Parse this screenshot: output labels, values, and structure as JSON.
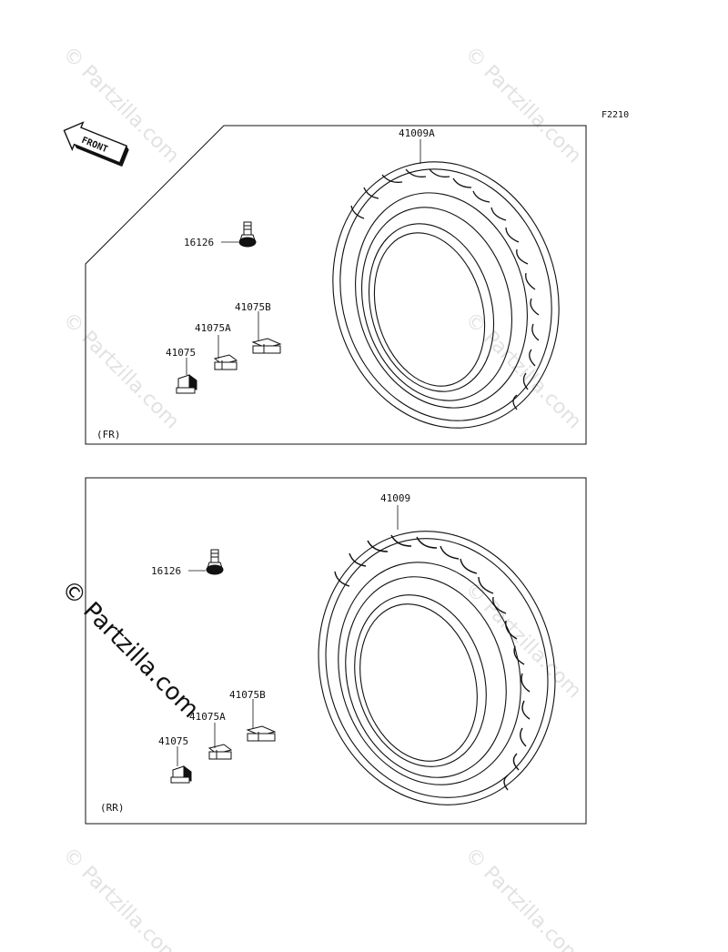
{
  "diagram_code": "F2210",
  "front_arrow_label": "FRONT",
  "watermark": "© Partzilla.com",
  "front_panel": {
    "tag": "(FR)",
    "tire_part": "41009A",
    "valve_part": "16126",
    "weight_parts": [
      "41075",
      "41075A",
      "41075B"
    ]
  },
  "rear_panel": {
    "tag": "(RR)",
    "tire_part": "41009",
    "valve_part": "16126",
    "weight_parts": [
      "41075",
      "41075A",
      "41075B"
    ]
  }
}
